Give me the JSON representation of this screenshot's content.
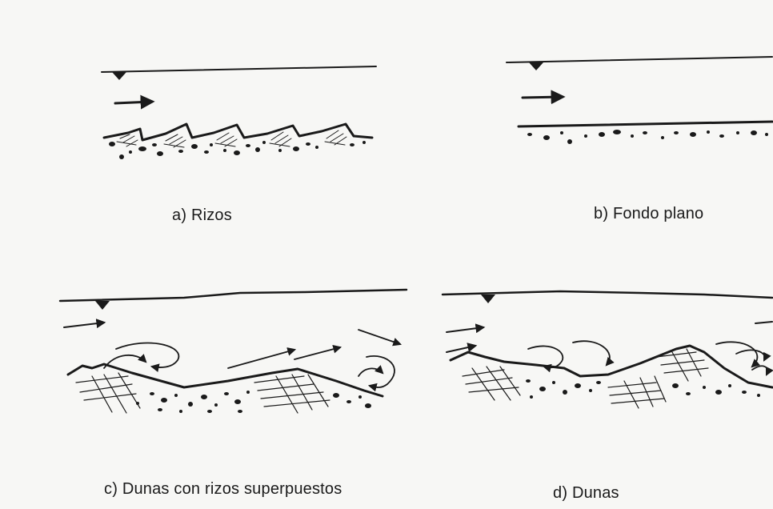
{
  "panels": [
    {
      "id": "a",
      "caption": "a) Rizos"
    },
    {
      "id": "b",
      "caption": "b) Fondo plano"
    },
    {
      "id": "c",
      "caption": "c) Dunas con rizos superpuestos"
    },
    {
      "id": "d",
      "caption": "d) Dunas"
    }
  ],
  "colors": {
    "ink": "#1a1a1a",
    "paper": "#f7f7f5"
  }
}
